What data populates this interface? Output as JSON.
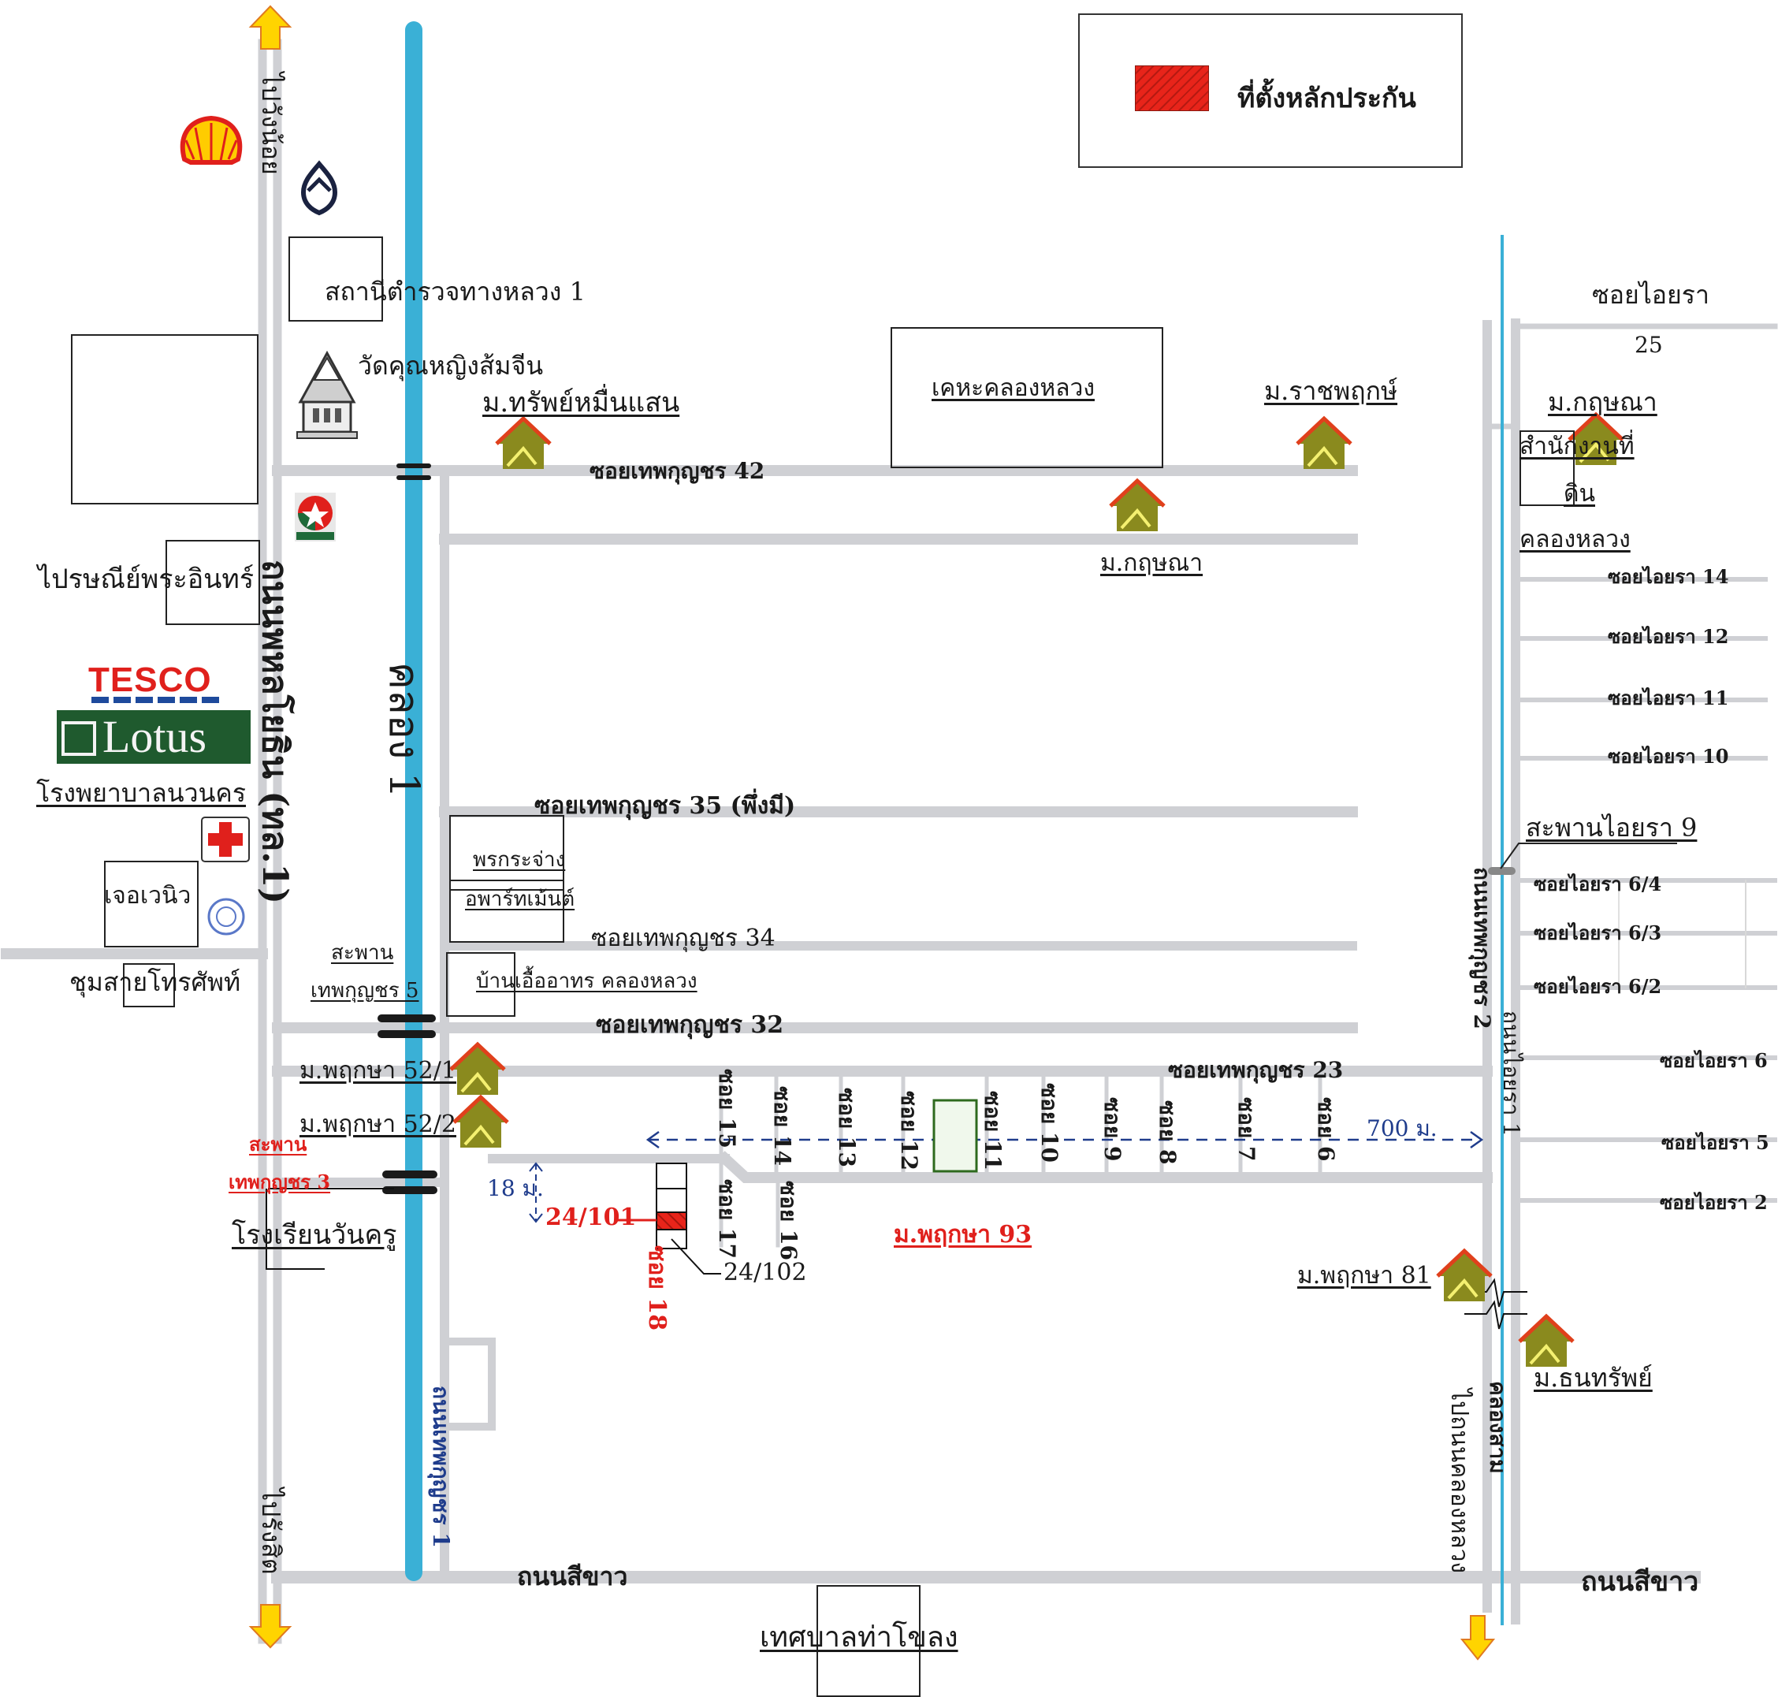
{
  "legend": {
    "label": "ที่ตั้งหลักประกัน",
    "swatch_color": "#e8241a"
  },
  "colors": {
    "road": "#cfd0d4",
    "canal": "#3ab0d6",
    "house_roof": "#e0401c",
    "house_body": "#8a8a1e",
    "arrow": "#ffd400",
    "property": "#e8241a",
    "distance_line": "#1f3c8c"
  },
  "roads": {
    "main_highway": "ถนนพหลโยธิน (ทล.1)",
    "to_north": "ไปวังน้อย",
    "to_south": "ไปรังสิต",
    "canal_1": "คลอง 1",
    "thep_kunchon_1": "ถนนเทพกุญชร 1",
    "thep_kunchon_2": "ถนนเทพกุญชร 2",
    "ai_yara_1": "ถนนไอยรา 1",
    "si_khao_left": "ถนนสีขาว",
    "si_khao_right": "ถนนสีขาว",
    "to_khlong_luang": "ไปถนนคลองหลวง",
    "khlong_sam": "คลองสาม"
  },
  "sois": {
    "soi_42": "ซอยเทพกุญชร 42",
    "soi_35": "ซอยเทพกุญชร 35 (พึ่งมี)",
    "soi_34": "ซอยเทพกุญชร 34",
    "soi_32": "ซอยเทพกุญชร 32",
    "soi_23": "ซอยเทพกุญชร 23",
    "ai_yara_25_a": "ซอยไอยรา",
    "ai_yara_25_b": "25",
    "ai_yara_right": [
      "ซอยไอยรา 14",
      "ซอยไอยรา 12",
      "ซอยไอยรา 11",
      "ซอยไอยรา 10",
      "ซอยไอยรา 6/4",
      "ซอยไอยรา 6/3",
      "ซอยไอยรา 6/2",
      "ซอยไอยรา 6",
      "ซอยไอยรา 5",
      "ซอยไอยรา 2"
    ],
    "inner_top": [
      "ซอย 15",
      "ซอย 14",
      "ซอย 13",
      "ซอย 12",
      "ซอย 11",
      "ซอย 10",
      "ซอย 9",
      "ซอย 8",
      "ซอย 7",
      "ซอย 6"
    ],
    "inner_bottom": [
      "ซอย 17",
      "ซอย 16"
    ],
    "target_soi": "ซอย 18"
  },
  "places": {
    "police": "สถานีตำรวจทางหลวง 1",
    "temple": "วัดคุณหญิงส้มจีน",
    "post_office": "ไปรษณีย์พระอินทร์",
    "tesco": "TESCO",
    "lotus": "Lotus",
    "hospital": "โรงพยาบาลนวนคร",
    "jusco": "เจอเวนิว",
    "telephone": "ชุมสายโทรศัพท์",
    "bridge_5_a": "สะพาน",
    "bridge_5_b": "เทพกุญชร 5",
    "bridge_3_a": "สะพาน",
    "bridge_3_b": "เทพกุญชร 3",
    "school": "โรงเรียนวันครู",
    "khlong_luang_housing": "เคหะคลองหลวง",
    "phon_krachang": "พรกระจ่าง",
    "apartment": "อพาร์ทเม้นต์",
    "food_house": "บ้านเอื้ออาทร คลองหลวง",
    "land_office_a": "สำนักงานที่",
    "land_office_b": "ดิน",
    "land_office_c": "คลองหลวง",
    "bridge_ai_yara_9": "สะพานไอยรา 9",
    "municipality": "เทศบาลท่าโขลง"
  },
  "villages": {
    "sap_muen_saen": "ม.ทรัพย์หมื่นแสน",
    "ratchaphruk": "ม.ราชพฤกษ์",
    "krisana_center": "ม.กฤษณา",
    "krisana_right": "ม.กฤษณา",
    "phruksa_52_1": "ม.พฤกษา 52/1",
    "phruksa_52_2": "ม.พฤกษา 52/2",
    "phruksa_93": "ม.พฤกษา 93",
    "phruksa_81": "ม.พฤกษา 81",
    "thanasap": "ม.ธนทรัพย์"
  },
  "property": {
    "target": "24/101",
    "neighbor": "24/102",
    "distance_main": "700 ม.",
    "distance_side": "18 ม."
  },
  "brands": {
    "caltex": "CALTEX"
  }
}
